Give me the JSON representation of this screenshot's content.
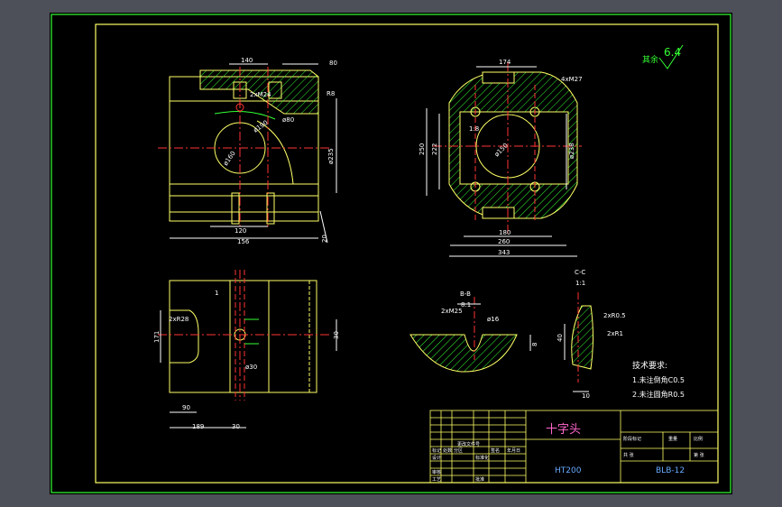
{
  "roughness": {
    "label": "其余",
    "value": "6.4"
  },
  "title_block": {
    "part_name": "十字头",
    "material": "HT200",
    "drawing_no": "BLB-12",
    "small": [
      "标记",
      "处数",
      "分区",
      "更改文件号",
      "签名",
      "年月日",
      "设计",
      "标准化",
      "审核",
      "工艺",
      "批准",
      "阶段标记",
      "重量",
      "比例",
      "共 张",
      "第 张"
    ]
  },
  "tech_req": {
    "title": "技术要求:",
    "items": [
      "1.未注倒角C0.5",
      "2.未注圆角R0.5"
    ]
  },
  "front_view": {
    "dims": {
      "top1": "140",
      "top2": "80",
      "r1": "R8",
      "hole1": "2xM24",
      "phi1": "ø80",
      "phi2": "ø190",
      "phi3": "ø160",
      "phi4": "ø235",
      "bottom1": "120",
      "bottom2": "156",
      "side_right": "20"
    }
  },
  "side_view": {
    "dims": {
      "top": "174",
      "hole": "4xM27",
      "h1": "250",
      "h2": "222",
      "tol": "1:8",
      "phi": "ø150",
      "phi_r": "ø238",
      "b1": "180",
      "b2": "260",
      "b3": "343"
    }
  },
  "top_view": {
    "dims": {
      "r": "2xR28",
      "l1": "171",
      "d1": "90",
      "d2": "189",
      "d3": "30",
      "phi": "ø30",
      "right": "30",
      "arrow": "1"
    }
  },
  "section_b": {
    "label1": "B-B",
    "label2": "8:1",
    "dims": {
      "m": "2xM25",
      "phi": "ø16",
      "h": "8"
    }
  },
  "section_c": {
    "label1": "C-C",
    "label2": "1:1",
    "dims": {
      "r1": "2xR0.5",
      "r2": "2xR1",
      "h": "40",
      "w": "10"
    }
  }
}
